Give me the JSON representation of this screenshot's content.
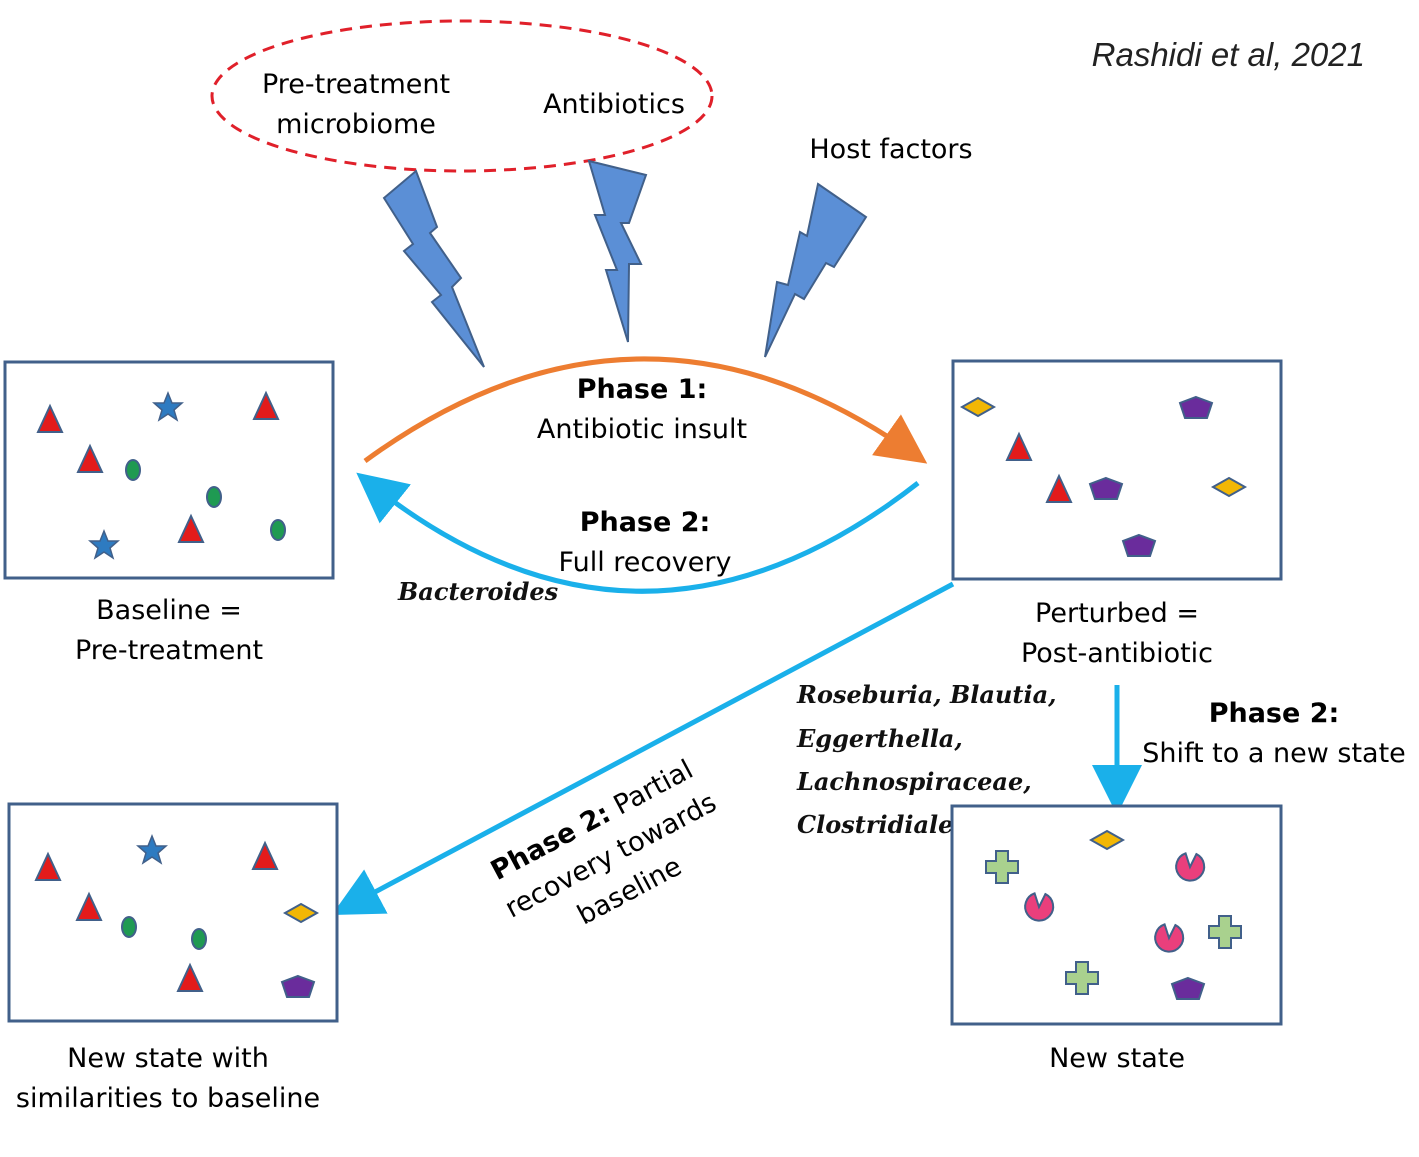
{
  "citation": "Rashidi et al, 2021",
  "factors": {
    "pretreatment_line1": "Pre-treatment",
    "pretreatment_line2": "microbiome",
    "antibiotics": "Antibiotics",
    "host": "Host factors"
  },
  "phase1": {
    "title": "Phase 1:",
    "desc": "Antibiotic insult"
  },
  "phase2_full": {
    "title": "Phase 2:",
    "desc": "Full recovery"
  },
  "phase2_partial": {
    "title": "Phase 2:",
    "line1_rest": " Partial",
    "line2": "recovery towards",
    "line3": "baseline"
  },
  "phase2_shift": {
    "title": "Phase 2:",
    "desc": "Shift to a new state"
  },
  "panels": {
    "baseline": {
      "line1": "Baseline =",
      "line2": "Pre-treatment"
    },
    "perturbed": {
      "line1": "Perturbed =",
      "line2": "Post-antibiotic"
    },
    "similar": {
      "line1": "New state with",
      "line2": "similarities to baseline"
    },
    "newstate": {
      "line1": "New state"
    }
  },
  "taxa": {
    "full_recovery": "Bacteroides",
    "shift": [
      "Roseburia, Blautia,",
      "Eggerthella,",
      "Lachnospiraceae,",
      "Clostridiales"
    ]
  },
  "colors": {
    "panel_border": "#41608a",
    "lightning": "#5b8fd6",
    "phase1_arrow": "#ed7d31",
    "phase2_arrow": "#1ab0ea",
    "dashed_ellipse": "#e0202a",
    "triangle": "#e31b1b",
    "star": "#2e7bc1",
    "oval": "#1f9a52",
    "diamond": "#f2b705",
    "pentagon": "#6a2c9c",
    "pacman": "#ea3f7c",
    "cross": "#a9d18e"
  },
  "icons": [
    "lightning-bolt-icon",
    "triangle-icon",
    "star-icon",
    "oval-icon",
    "diamond-icon",
    "pentagon-icon",
    "pacman-icon",
    "cross-icon"
  ]
}
